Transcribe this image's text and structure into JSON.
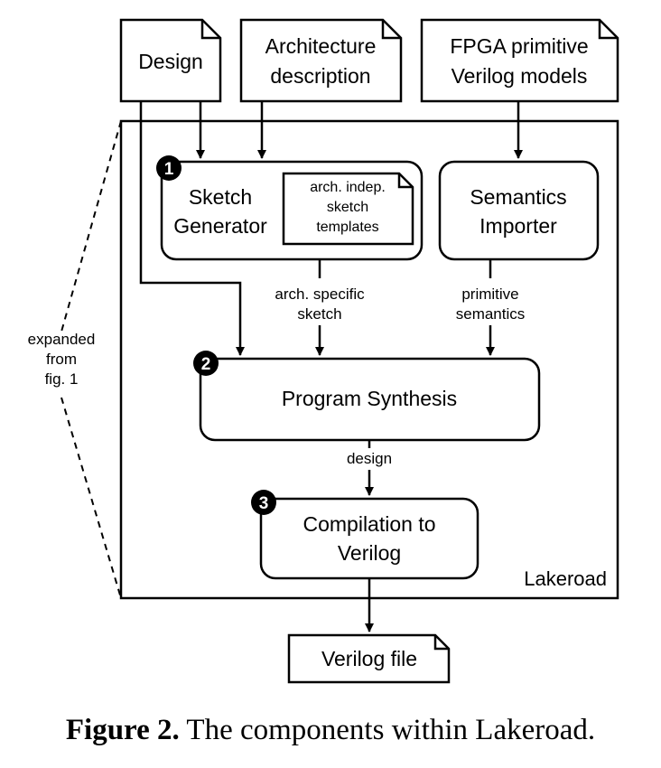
{
  "inputs": {
    "design": "Design",
    "arch_line1": "Architecture",
    "arch_line2": "description",
    "fpga_line1": "FPGA primitive",
    "fpga_line2": "Verilog models"
  },
  "sketch_generator": {
    "step": "1",
    "line1": "Sketch",
    "line2": "Generator",
    "templates_line1": "arch. indep.",
    "templates_line2": "sketch",
    "templates_line3": "templates"
  },
  "semantics_importer": {
    "line1": "Semantics",
    "line2": "Importer"
  },
  "program_synthesis": {
    "step": "2",
    "label": "Program Synthesis"
  },
  "compilation": {
    "step": "3",
    "line1": "Compilation to",
    "line2": "Verilog"
  },
  "edge_labels": {
    "arch_specific_1": "arch. specific",
    "arch_specific_2": "sketch",
    "primitive_1": "primitive",
    "primitive_2": "semantics",
    "design": "design"
  },
  "container_label": "Lakeroad",
  "expanded_label": {
    "line1": "expanded",
    "line2": "from",
    "line3": "fig. 1"
  },
  "output": "Verilog file",
  "caption": {
    "bold": "Figure 2.",
    "text": " The components within Lakeroad."
  }
}
